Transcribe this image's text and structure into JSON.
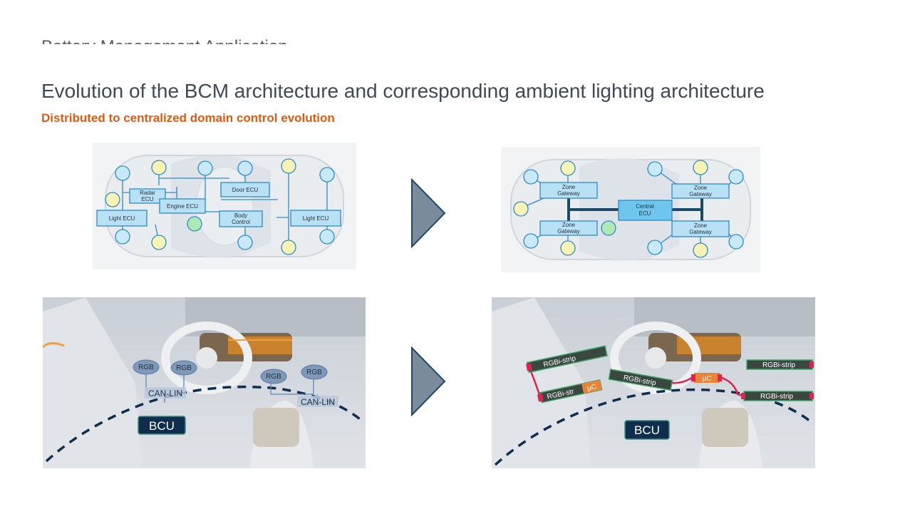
{
  "header": {
    "ghost_title": "Battery Management Application",
    "title": "Evolution of the BCM architecture and corresponding ambient lighting architecture",
    "subtitle": "Distributed to centralized domain control evolution"
  },
  "distributed_ecu": {
    "radar": [
      "Radar",
      "ECU"
    ],
    "door": "Door ECU",
    "engine": "Engine ECU",
    "body": [
      "Body",
      "Control"
    ],
    "light_left": "Light ECU",
    "light_right": "Light ECU"
  },
  "zonal": {
    "zone_tl": [
      "Zone",
      "Gateway"
    ],
    "zone_tr": [
      "Zone",
      "Gateway"
    ],
    "zone_bl": [
      "Zone",
      "Gateway"
    ],
    "zone_br": [
      "Zone",
      "Gateway"
    ],
    "central": [
      "Central",
      "ECU"
    ]
  },
  "ambient_before": {
    "rgb": [
      "RGB",
      "RGB",
      "RGB",
      "RGB"
    ],
    "bus": [
      "CAN-LIN",
      "CAN-LIN"
    ],
    "bcu": "BCU"
  },
  "ambient_after": {
    "strips": [
      "RGBi-strip",
      "RGBi-str",
      "RGBi-strip",
      "RGBi-strip",
      "RGBi-strip"
    ],
    "uc": [
      "µC",
      "µC"
    ],
    "bcu": "BCU"
  },
  "colors": {
    "title": "#3f4a56",
    "subtitle": "#e05a12",
    "arrow": "#7a8c9c",
    "ecu_box": "#b9e1f5",
    "node_blue": "#c7e9f8",
    "node_yellow": "#f7f3b4",
    "node_green": "#aee8b6",
    "bus_dark": "#1b4a66",
    "bcu_fill": "#0f2d4e"
  }
}
